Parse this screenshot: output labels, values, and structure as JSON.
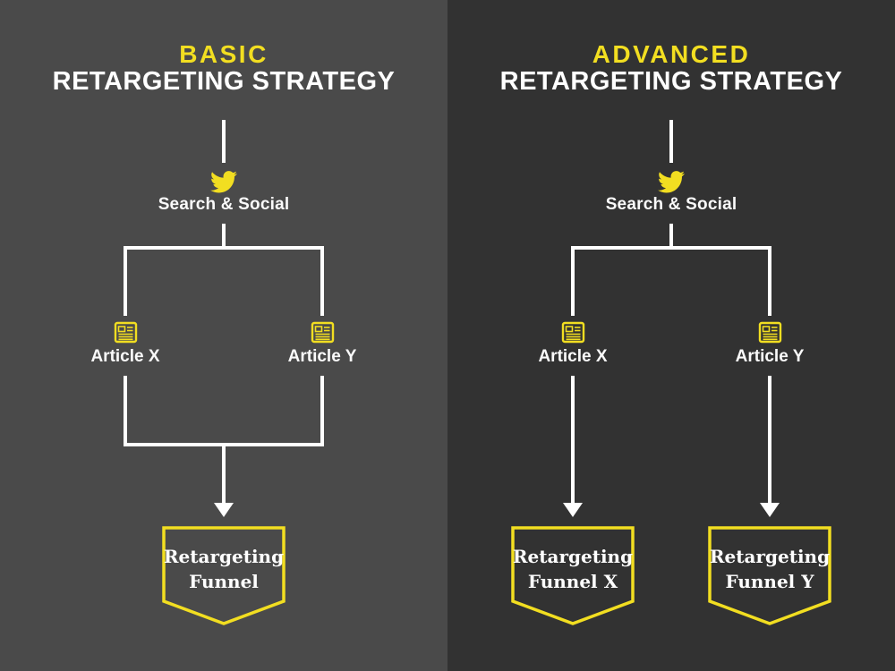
{
  "colors": {
    "left_bg": "#4a4a4a",
    "right_bg": "#323232",
    "accent_yellow": "#f2de21",
    "line_white": "#ffffff",
    "text_white": "#fafafa"
  },
  "panels": [
    {
      "title_accent": "BASIC",
      "title_main": "RETARGETING STRATEGY",
      "source_icon": "twitter-bird-icon",
      "source_label": "Search & Social",
      "articles": [
        {
          "icon": "article-icon",
          "label": "Article X"
        },
        {
          "icon": "article-icon",
          "label": "Article Y"
        }
      ],
      "funnels": [
        {
          "line1": "Retargeting",
          "line2": "Funnel"
        }
      ]
    },
    {
      "title_accent": "ADVANCED",
      "title_main": "RETARGETING STRATEGY",
      "source_icon": "twitter-bird-icon",
      "source_label": "Search & Social",
      "articles": [
        {
          "icon": "article-icon",
          "label": "Article X"
        },
        {
          "icon": "article-icon",
          "label": "Article Y"
        }
      ],
      "funnels": [
        {
          "line1": "Retargeting",
          "line2": "Funnel X"
        },
        {
          "line1": "Retargeting",
          "line2": "Funnel Y"
        }
      ]
    }
  ]
}
